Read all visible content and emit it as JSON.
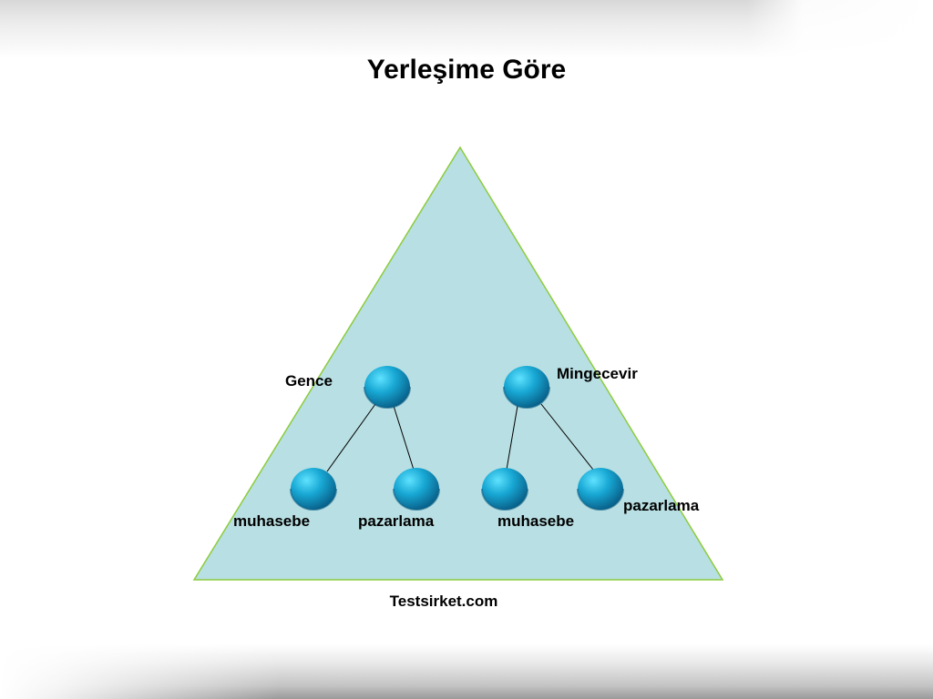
{
  "slide": {
    "title": "Yerleşime Göre"
  },
  "colors": {
    "triangle_fill": "#b8dfe3",
    "triangle_stroke": "#8ccc3c",
    "node_light": "#3fd0f0",
    "node_dark": "#0a6a92",
    "link": "#000000"
  },
  "diagram": {
    "domain_label": "Testsirket.com",
    "sites": [
      {
        "label": "Gence",
        "children": [
          "muhasebe",
          "pazarlama"
        ]
      },
      {
        "label": "Mingecevir",
        "children": [
          "muhasebe",
          "pazarlama"
        ]
      }
    ]
  }
}
